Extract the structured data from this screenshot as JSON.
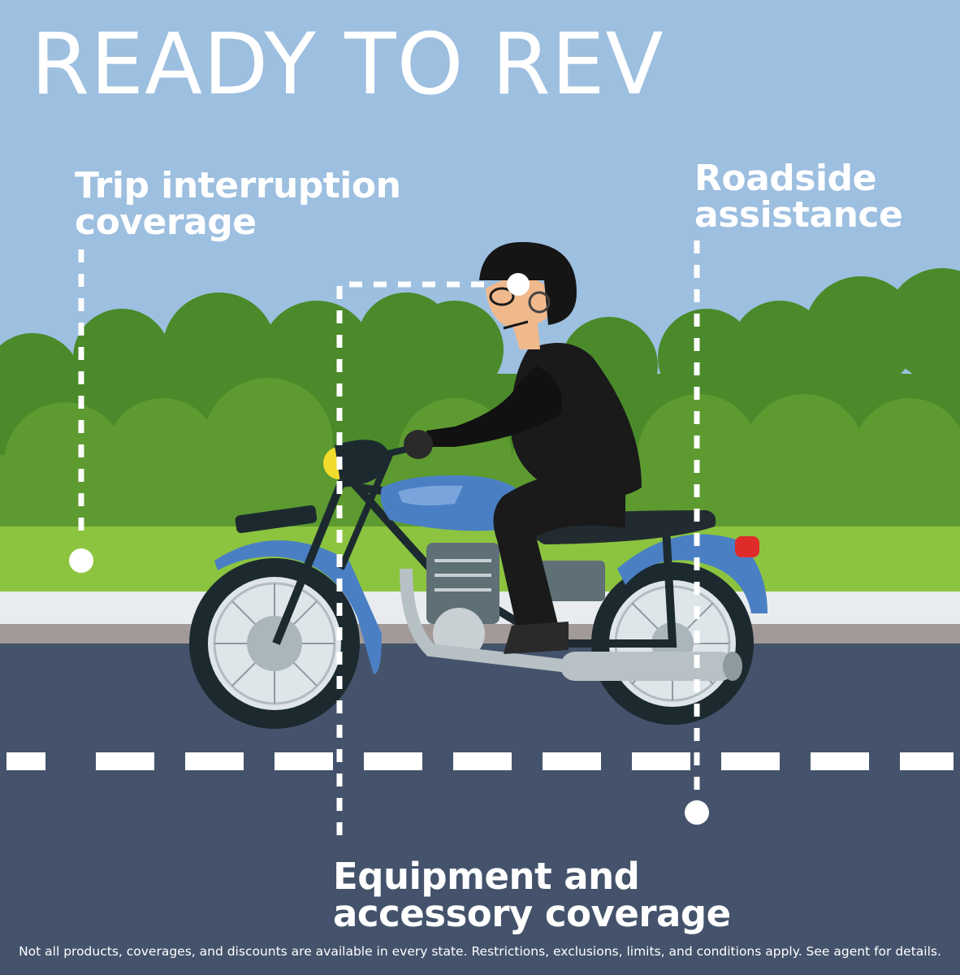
{
  "headline": "READY TO REV",
  "callouts": {
    "trip_interruption": {
      "line1": "Trip interruption",
      "line2": "coverage"
    },
    "roadside": {
      "line1": "Roadside",
      "line2": "assistance"
    },
    "equipment": {
      "line1": "Equipment and",
      "line2": "accessory coverage"
    }
  },
  "disclaimer": "Not all products, coverages, and discounts are available in every state. Restrictions, exclusions, limits, and conditions apply. See agent for details.",
  "colors": {
    "sky": "#9dbfe0",
    "trees_back": "#4a8a2a",
    "trees_front": "#5d9a30",
    "grass": "#8cc43f",
    "road": "#44536b",
    "bike_blue": "#4a7fc4",
    "rider_black": "#1a1a1a",
    "white": "#ffffff"
  }
}
